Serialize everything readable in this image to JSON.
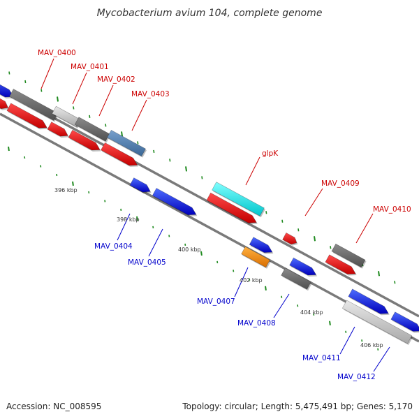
{
  "title": "Mycobacterium avium 104, complete genome",
  "footer": {
    "accession": "Accession: NC_008595",
    "summary": "Topology: circular; Length: 5,475,491 bp; Genes: 5,170"
  },
  "colors": {
    "upper_label": "#cc0000",
    "lower_label": "#0000cc",
    "backbone": "#888888",
    "tick_mark": "#228b22"
  },
  "ticks": [
    {
      "label": "396 kbp"
    },
    {
      "label": "398 kbp"
    },
    {
      "label": "400 kbp"
    },
    {
      "label": "402 kbp"
    },
    {
      "label": "404 kbp"
    },
    {
      "label": "406 kbp"
    }
  ],
  "genes": [
    {
      "label": "MAV_0400",
      "strand": "upper"
    },
    {
      "label": "MAV_0401",
      "strand": "upper"
    },
    {
      "label": "MAV_0402",
      "strand": "upper"
    },
    {
      "label": "MAV_0403",
      "strand": "upper"
    },
    {
      "label": "glpK",
      "strand": "upper"
    },
    {
      "label": "MAV_0409",
      "strand": "upper"
    },
    {
      "label": "MAV_0410",
      "strand": "upper"
    },
    {
      "label": "MAV_0404",
      "strand": "lower"
    },
    {
      "label": "MAV_0405",
      "strand": "lower"
    },
    {
      "label": "MAV_0407",
      "strand": "lower"
    },
    {
      "label": "MAV_0408",
      "strand": "lower"
    },
    {
      "label": "MAV_0411",
      "strand": "lower"
    },
    {
      "label": "MAV_0412",
      "strand": "lower"
    }
  ]
}
